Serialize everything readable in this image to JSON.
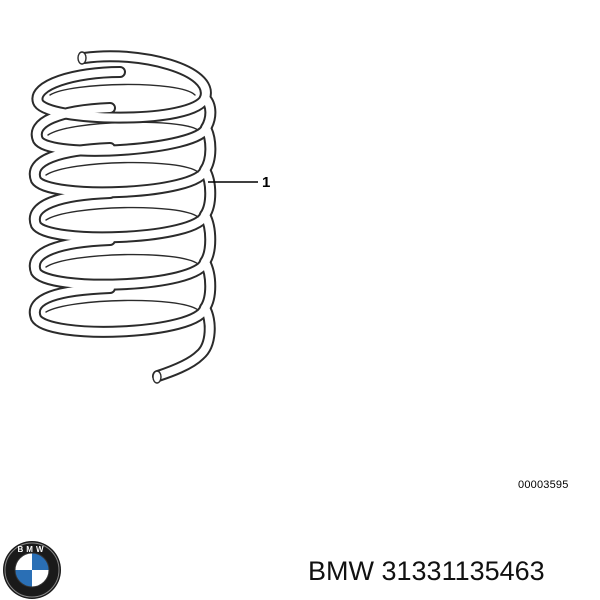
{
  "diagram": {
    "callout_number": "1",
    "reference_code": "00003595"
  },
  "logo": {
    "letters": "BMW",
    "colors": {
      "ring": "#1a1a1a",
      "blue": "#2a6fb5",
      "white": "#ffffff"
    }
  },
  "part": {
    "brand": "BMW",
    "number": "31331135463"
  }
}
